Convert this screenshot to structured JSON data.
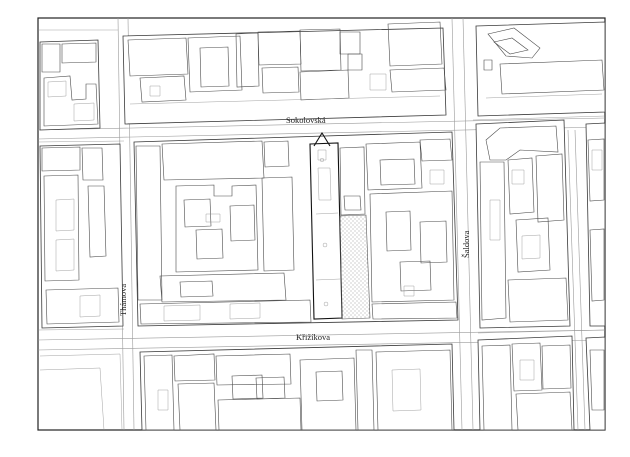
{
  "streets": {
    "sokolovska": "Sokolovská",
    "krizikova": "Křižíkova",
    "thamova": "Thámova",
    "saldova": "Šaldova"
  }
}
